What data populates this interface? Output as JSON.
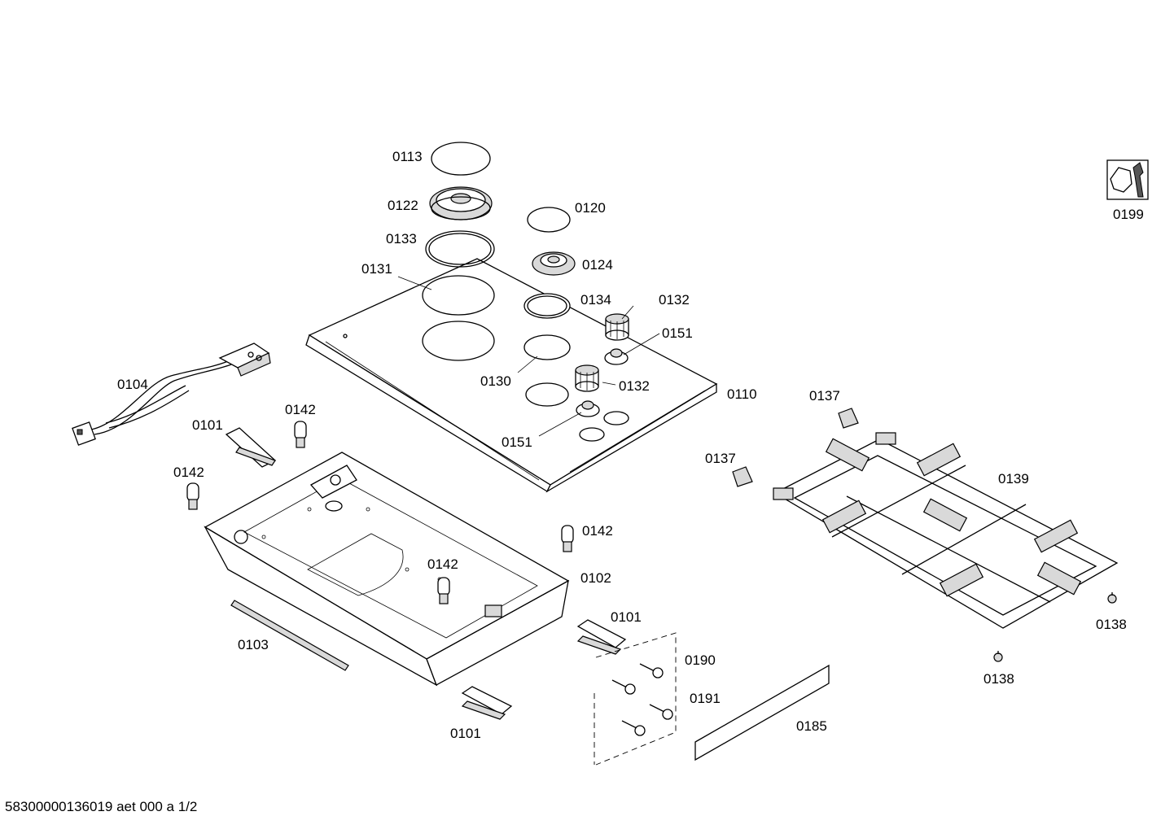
{
  "labels": {
    "p0113": "0113",
    "p0122": "0122",
    "p0133": "0133",
    "p0131": "0131",
    "p0120": "0120",
    "p0124": "0124",
    "p0134": "0134",
    "p0132a": "0132",
    "p0151a": "0151",
    "p0130": "0130",
    "p0132b": "0132",
    "p0110": "0110",
    "p0151b": "0151",
    "p0104": "0104",
    "p0101a": "0101",
    "p0142a": "0142",
    "p0142b": "0142",
    "p0142c": "0142",
    "p0142d": "0142",
    "p0102": "0102",
    "p0103": "0103",
    "p0101b": "0101",
    "p0101c": "0101",
    "p0190": "0190",
    "p0191": "0191",
    "p0185": "0185",
    "p0137a": "0137",
    "p0137b": "0137",
    "p0139": "0139",
    "p0138a": "0138",
    "p0138b": "0138",
    "p0199": "0199"
  },
  "footer": "58300000136019 aet 000 a 1/2"
}
